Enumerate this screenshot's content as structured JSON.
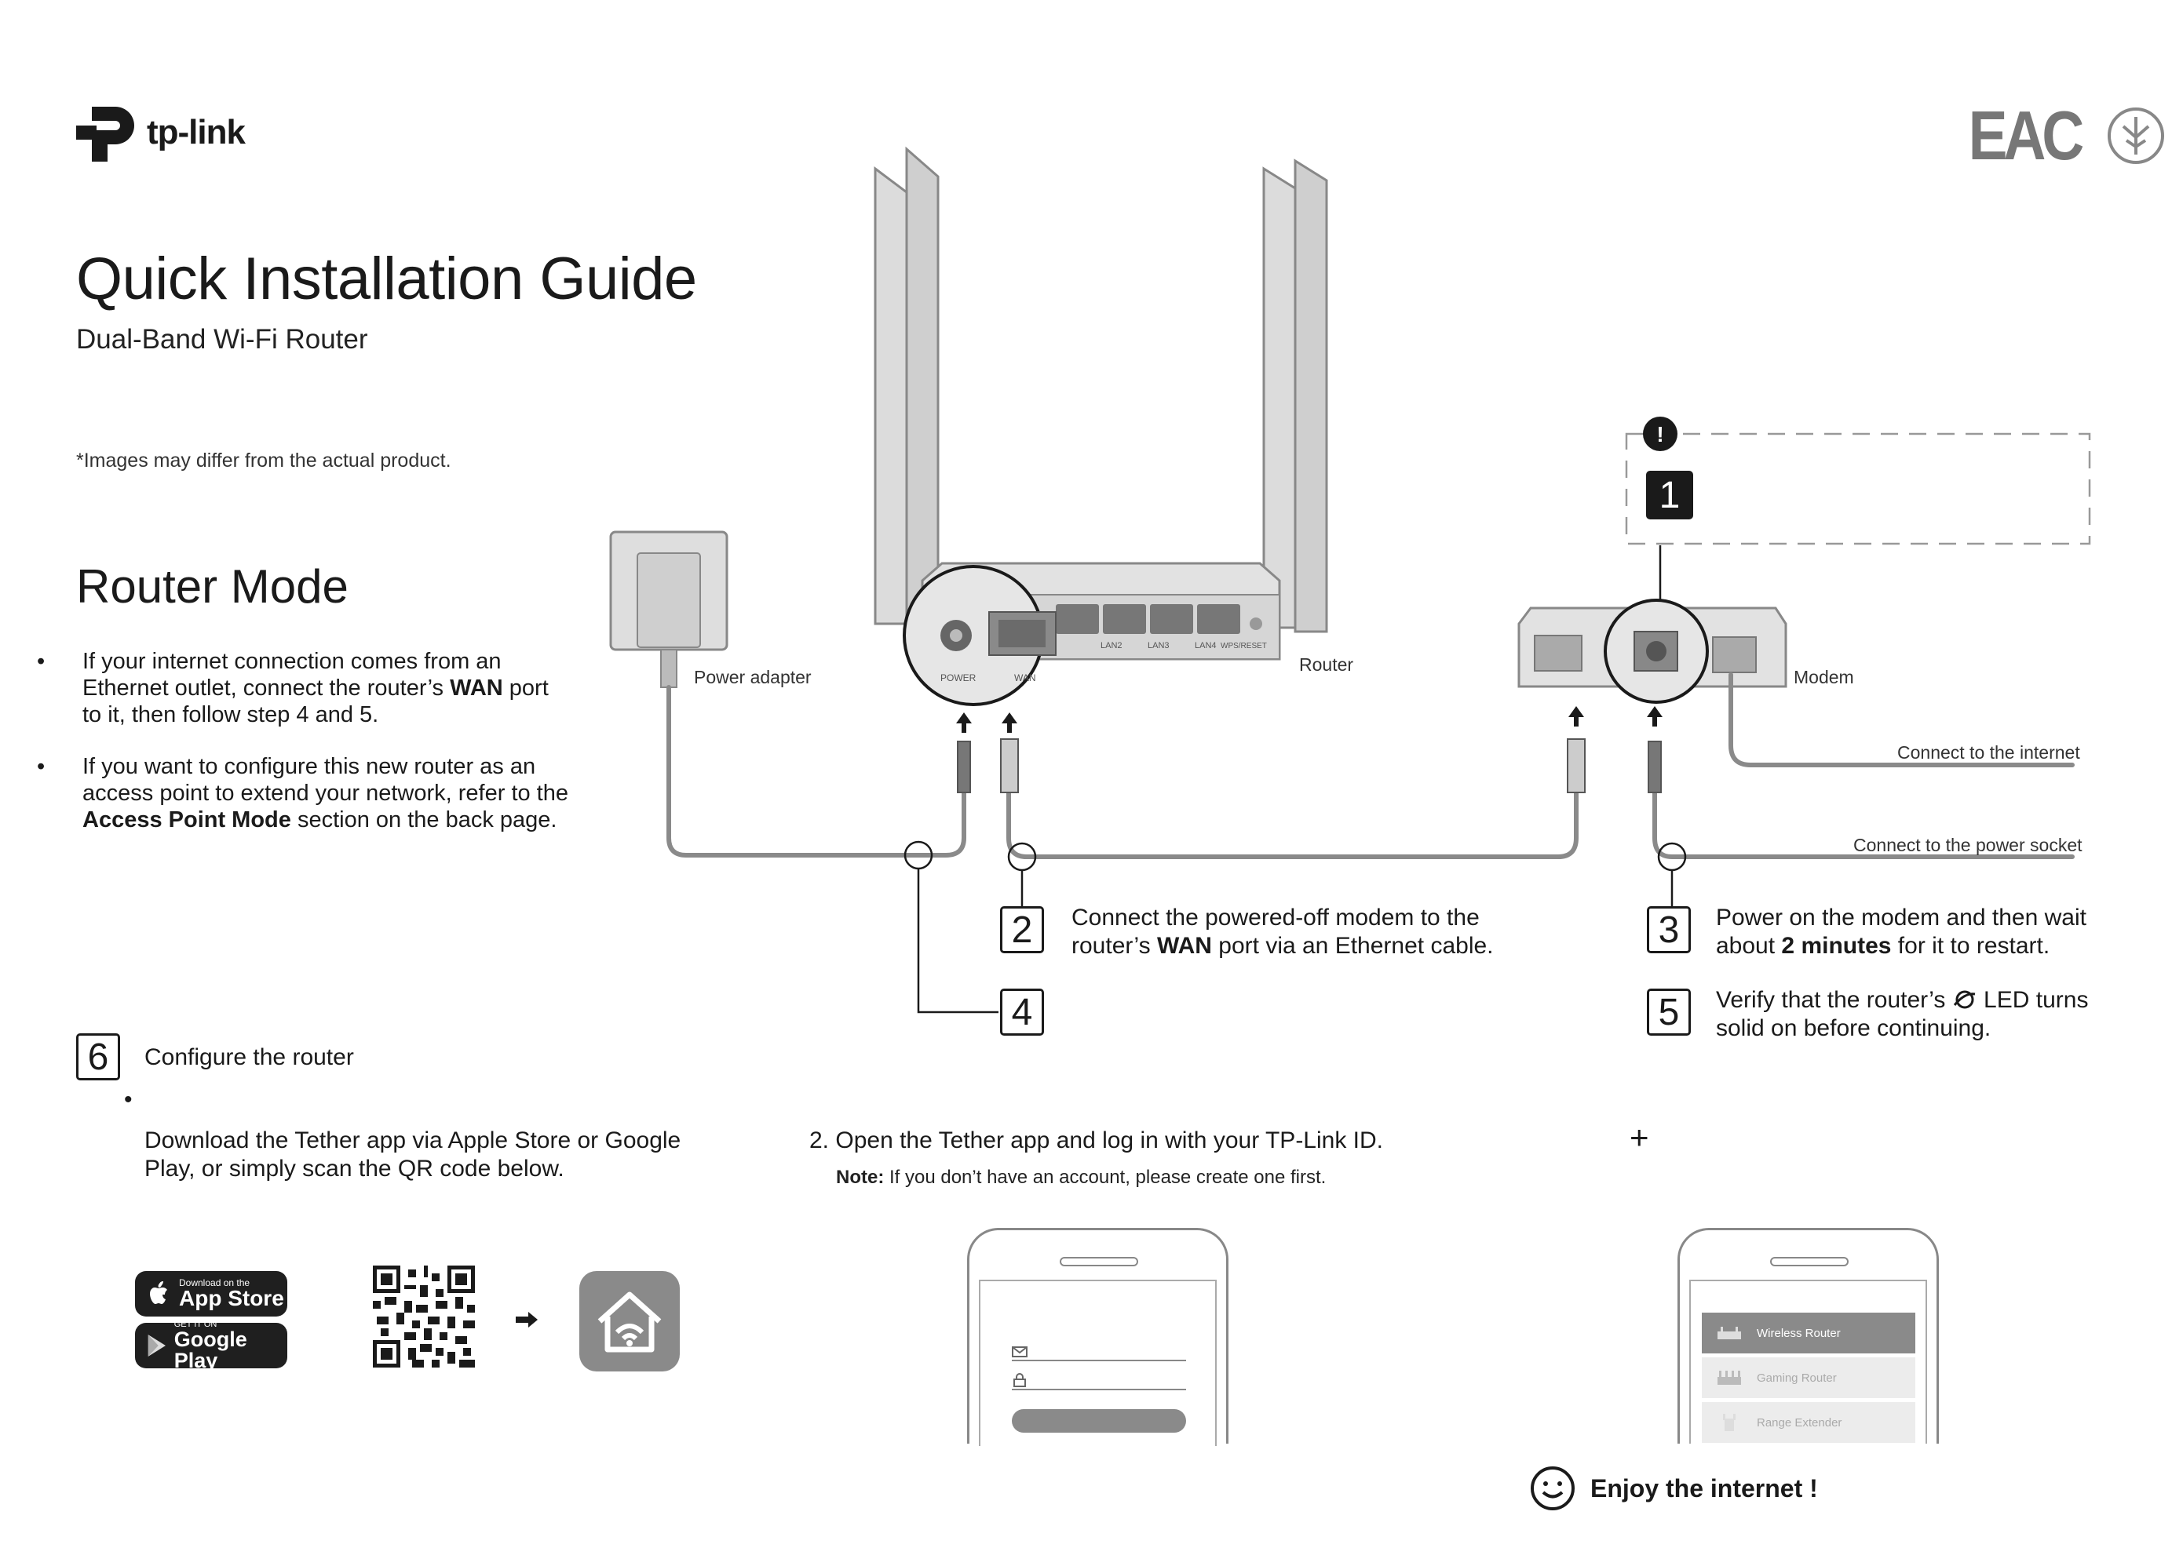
{
  "brand": {
    "name": "tp-link"
  },
  "header": {
    "title": "Quick Installation Guide",
    "subtitle": "Dual-Band Wi-Fi Router",
    "disclaimer": "*Images may differ from the actual product.",
    "cert_mark": "EAC"
  },
  "router_mode": {
    "heading": "Router Mode",
    "bullet1": {
      "line1": "If your internet connection comes from an",
      "line2_pre": "Ethernet outlet, connect the router’s ",
      "line2_bold": "WAN",
      "line2_post": " port",
      "line3": "to it, then follow step 4 and 5."
    },
    "bullet2": {
      "line1": "If you want to configure this new router as an",
      "line2": "access point to extend your network, refer to the",
      "line3_bold": "Access Point Mode",
      "line3_post": " section on the back page."
    }
  },
  "diagram": {
    "power_adapter": "Power adapter",
    "router": "Router",
    "modem": "Modem",
    "connect_internet": "Connect to the internet",
    "connect_power": "Connect to the power socket",
    "port_power": "POWER",
    "port_wan": "WAN",
    "port_lan2": "LAN2",
    "port_lan3": "LAN3",
    "port_lan4": "LAN4",
    "port_wps": "WPS/RESET",
    "alert_icon": "!"
  },
  "steps": {
    "s1": {
      "number": "1"
    },
    "s2": {
      "number": "2",
      "line1": "Connect the powered-off modem to the",
      "line2_pre": "router’s ",
      "line2_bold": "WAN",
      "line2_post": " port via an Ethernet cable."
    },
    "s3": {
      "number": "3",
      "line1": "Power on the modem and then wait",
      "line2_pre": "about ",
      "line2_bold": "2 minutes",
      "line2_post": " for it to restart."
    },
    "s4": {
      "number": "4"
    },
    "s5": {
      "number": "5",
      "line1_pre": "Verify that the router’s ",
      "line1_post": " LED turns",
      "line2": "solid on before continuing."
    },
    "s6": {
      "number": "6",
      "label": "Configure the router"
    }
  },
  "configure": {
    "bullet": "•",
    "download_line1": "Download the Tether app via Apple Store or Google",
    "download_line2": "Play, or simply scan the QR code below.",
    "appstore_small": "Download on the",
    "appstore_big": "App Store",
    "googleplay_small": "GET IT ON",
    "googleplay_big": "Google Play",
    "open_num": "2.",
    "open_text": "Open the Tether app and log in with your TP-Link ID.",
    "note_label": "Note:",
    "note_text": " If you don’t have an account, please create one first.",
    "plus": "+",
    "device_list": [
      "Wireless Router",
      "Gaming Router",
      "Range Extender"
    ],
    "enjoy": "Enjoy the internet !"
  }
}
